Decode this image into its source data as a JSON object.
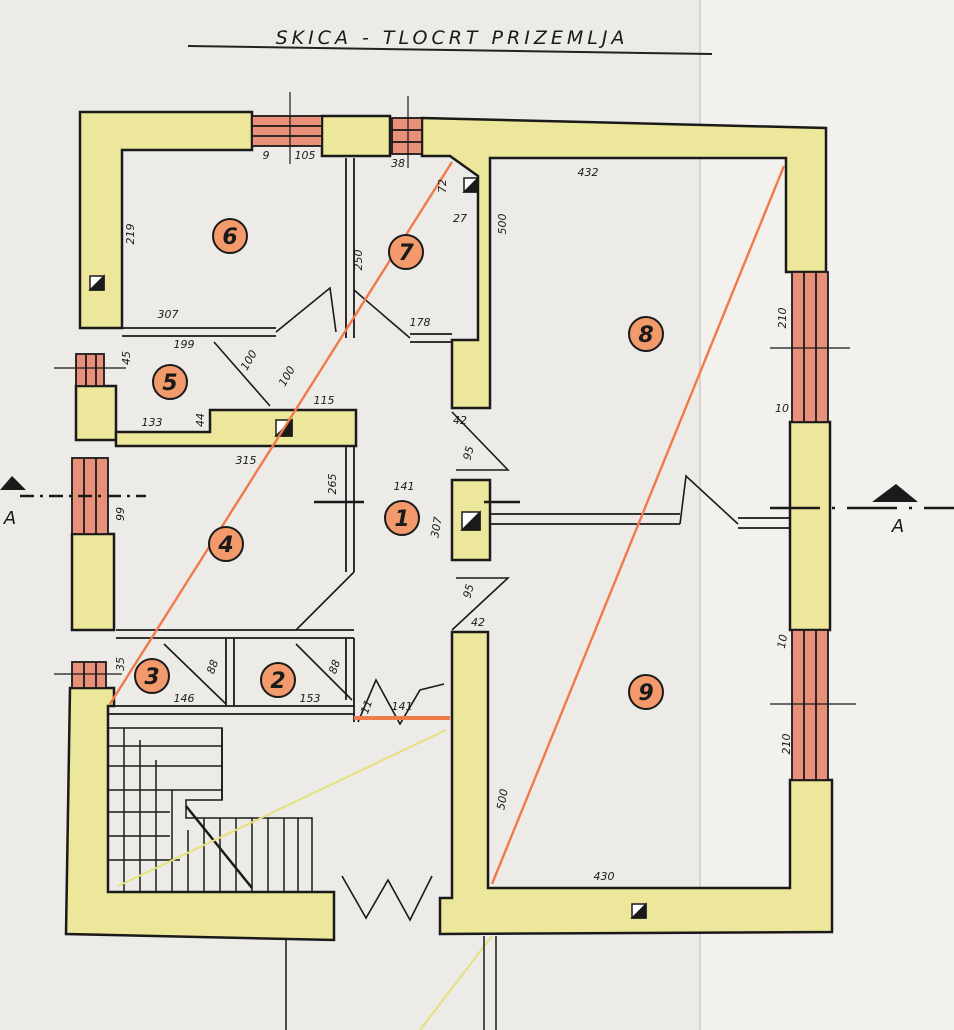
{
  "title": "SKICA - TLOCRT PRIZEMLJA",
  "section_marker": "A",
  "rooms": [
    {
      "number": "1"
    },
    {
      "number": "2"
    },
    {
      "number": "3"
    },
    {
      "number": "4"
    },
    {
      "number": "5"
    },
    {
      "number": "6"
    },
    {
      "number": "7"
    },
    {
      "number": "8"
    },
    {
      "number": "9"
    }
  ],
  "dimensions": {
    "d9": "9",
    "d105": "105",
    "d38": "38",
    "d432": "432",
    "d72": "72",
    "d27": "27",
    "d500_top": "500",
    "d219": "219",
    "d250": "250",
    "d307_top": "307",
    "d199": "199",
    "d178": "178",
    "d45": "45",
    "d100a": "100",
    "d100b": "100",
    "d115": "115",
    "d42_top": "42",
    "d133": "133",
    "d44": "44",
    "d315": "315",
    "d265": "265",
    "d95_top": "95",
    "d141_mid": "141",
    "d307_mid": "307",
    "d99": "99",
    "d95_bot": "95",
    "d42_bot": "42",
    "d210_top": "210",
    "d10_top": "10",
    "d10_bot": "10",
    "d210_bot": "210",
    "d35": "35",
    "d88a": "88",
    "d88b": "88",
    "d146": "146",
    "d153": "153",
    "d141_bot": "141",
    "d11": "11",
    "d500_bot": "500",
    "d430": "430"
  },
  "colors": {
    "wall_fill": "#ece79a",
    "window_fill": "#e8907a",
    "room_circle": "#f29a6b",
    "diagonal": "#f07a4a",
    "ink": "#1a1a1a"
  }
}
